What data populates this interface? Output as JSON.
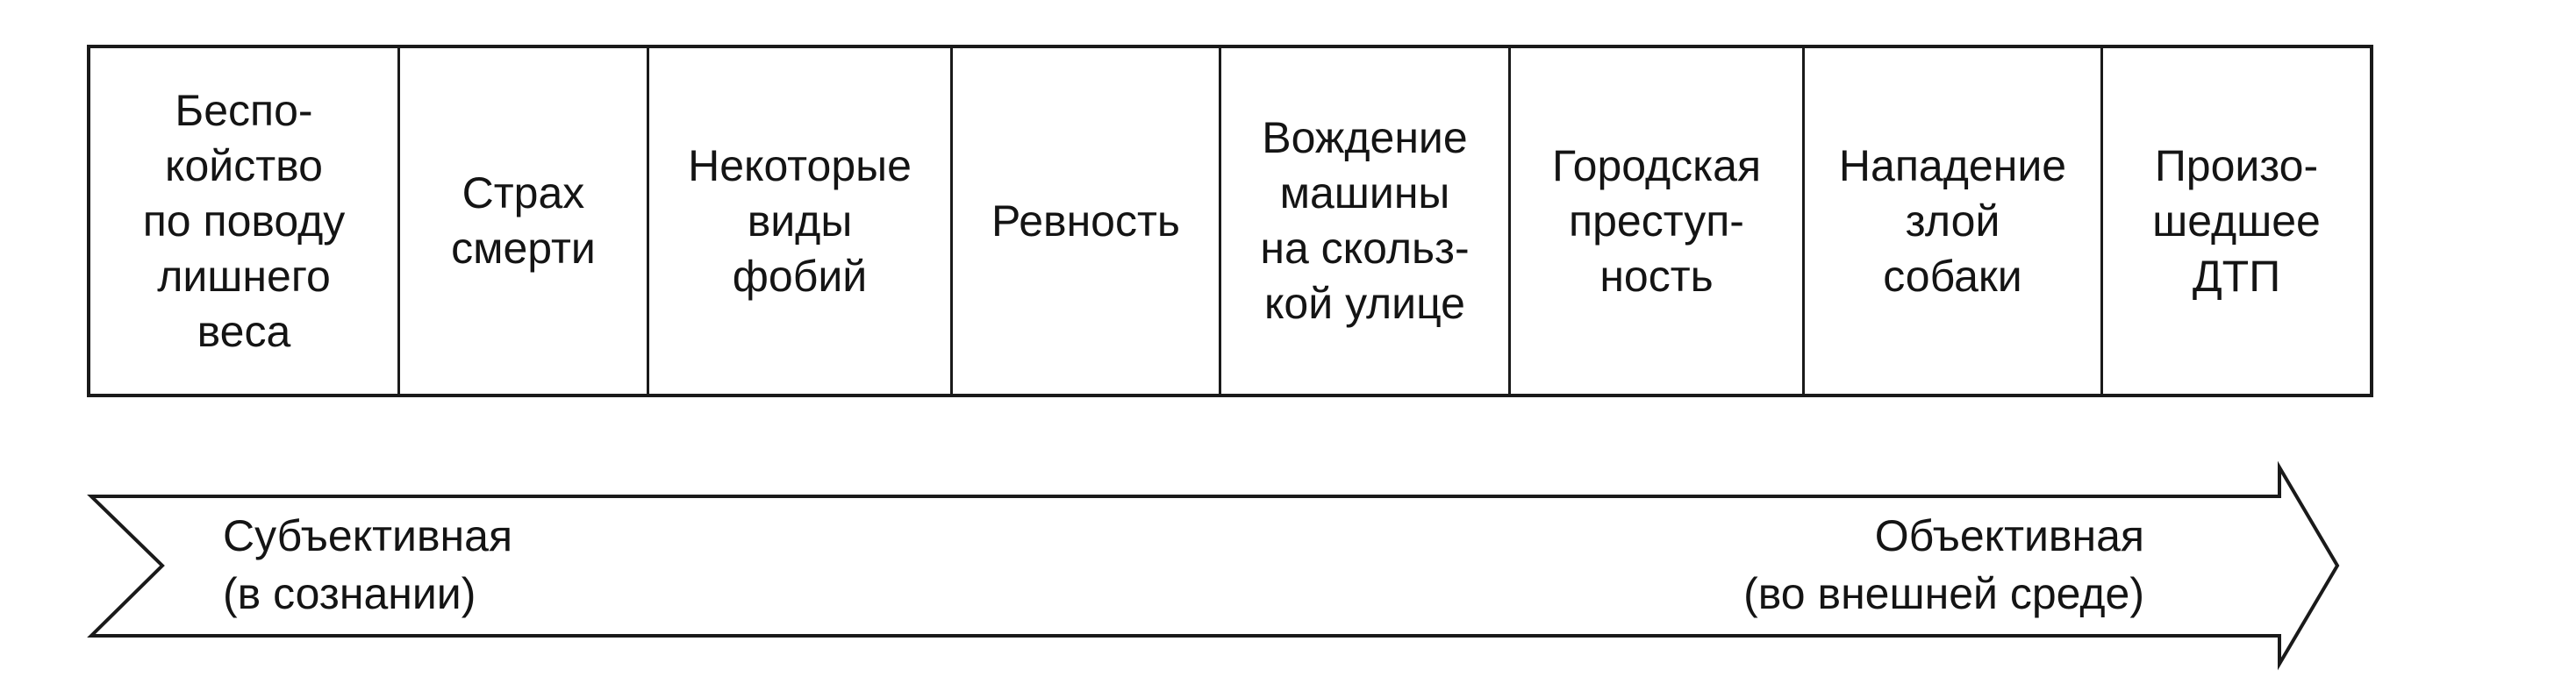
{
  "cells": [
    "Беспо-\nкойство\nпо поводу\nлишнего\nвеса",
    "Страх\nсмерти",
    "Некоторые\nвиды\nфобий",
    "Ревность",
    "Вождение\nмашины\nна скольз-\nкой улице",
    "Городская\nпреступ-\nность",
    "Нападение\nзлой\nсобаки",
    "Произо-\nшедшее\nДТП"
  ],
  "arrow": {
    "left_label": "Субъективная\n(в сознании)",
    "right_label": "Объективная\n(во внешней среде)"
  },
  "colors": {
    "ink": "#1a1a1a",
    "background": "#ffffff"
  }
}
